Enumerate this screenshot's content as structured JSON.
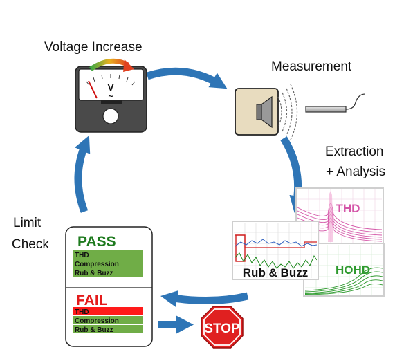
{
  "steps": {
    "voltage": "Voltage Increase",
    "measurement": "Measurement",
    "extraction_line1": "Extraction",
    "extraction_line2": "+ Analysis",
    "limit_line1": "Limit",
    "limit_line2": "Check"
  },
  "meter": {
    "unit": "V",
    "tilde": "~"
  },
  "graphs": {
    "thd": "THD",
    "hohd": "HOHD",
    "rub": "Rub & Buzz"
  },
  "result": {
    "pass": {
      "title": "PASS",
      "items": [
        "THD",
        "Compression",
        "Rub & Buzz"
      ]
    },
    "fail": {
      "title": "FAIL",
      "items": [
        "THD",
        "Compression",
        "Rub & Buzz"
      ],
      "failed_item": "THD"
    }
  },
  "stop": "STOP",
  "colors": {
    "arrow": "#2e75b6",
    "pass_green": "#1e7a1e",
    "fail_red": "#e31b1b",
    "row_green": "#70ad47",
    "thd_pink": "#d456a8",
    "hohd_green": "#2e9a2e",
    "stop_red": "#e02020"
  }
}
